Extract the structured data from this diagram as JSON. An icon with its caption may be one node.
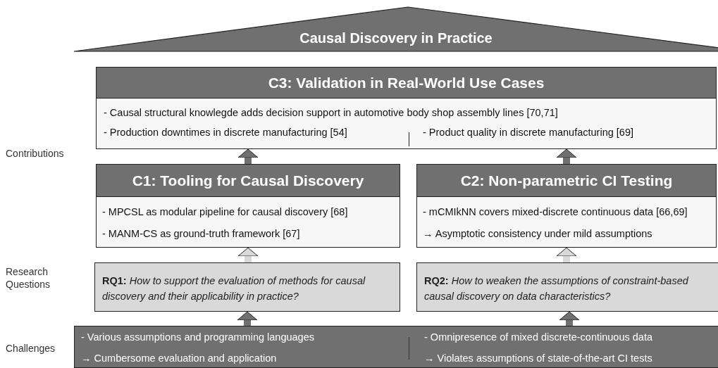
{
  "diagram": {
    "nodes": [
      {
        "text": [
          "Causal Discovery in Practice"
        ]
      },
      {
        "text": [
          "C3: Validation in Real-World Use Cases",
          "- Causal structural knowlegde adds decision support in automotive body shop assembly lines [70,71]",
          "- Production downtimes in discrete manufacturing [54]",
          "- Product quality in discrete manufacturing [69]"
        ]
      },
      {
        "text": [
          "C1: Tooling for Causal Discovery",
          "- MPCSL as modular pipeline for causal discovery [68]",
          "- MANM-CS as ground-truth framework [67]"
        ]
      },
      {
        "text": [
          "C2: Non-parametric CI Testing",
          "- mCMIkNN covers mixed-discrete continuous data [66,69]",
          "→ Asymptotic consistency under mild assumptions"
        ]
      },
      {
        "text": [
          "**RQ1:** *How to support the evaluation of methods for causal discovery and their applicability in practice?*"
        ]
      },
      {
        "text": [
          "**RQ2:** *How to weaken the assumptions of constraint-based causal discovery on data characteristics?*"
        ]
      },
      {
        "text": [
          "- Various assumptions and programming languages",
          "→ Cumbersome evaluation and application",
          "- Omnipresence of mixed discrete-continuous data",
          "→ Violates assumptions of state-of-the-art CI tests"
        ]
      }
    ],
    "edges": [
      {
        "from": 6,
        "to": 4,
        "arrow": "to"
      },
      {
        "from": 6,
        "to": 5,
        "arrow": "to"
      },
      {
        "from": 4,
        "to": 2,
        "arrow": "to",
        "color": "#d9d9d9"
      },
      {
        "from": 5,
        "to": 3,
        "arrow": "to",
        "color": "#d9d9d9"
      },
      {
        "from": 2,
        "to": 1,
        "arrow": "to"
      },
      {
        "from": 3,
        "to": 1,
        "arrow": "to"
      }
    ],
    "labels": [
      "Contributions",
      "Research Questions",
      "Challenges"
    ]
  }
}
